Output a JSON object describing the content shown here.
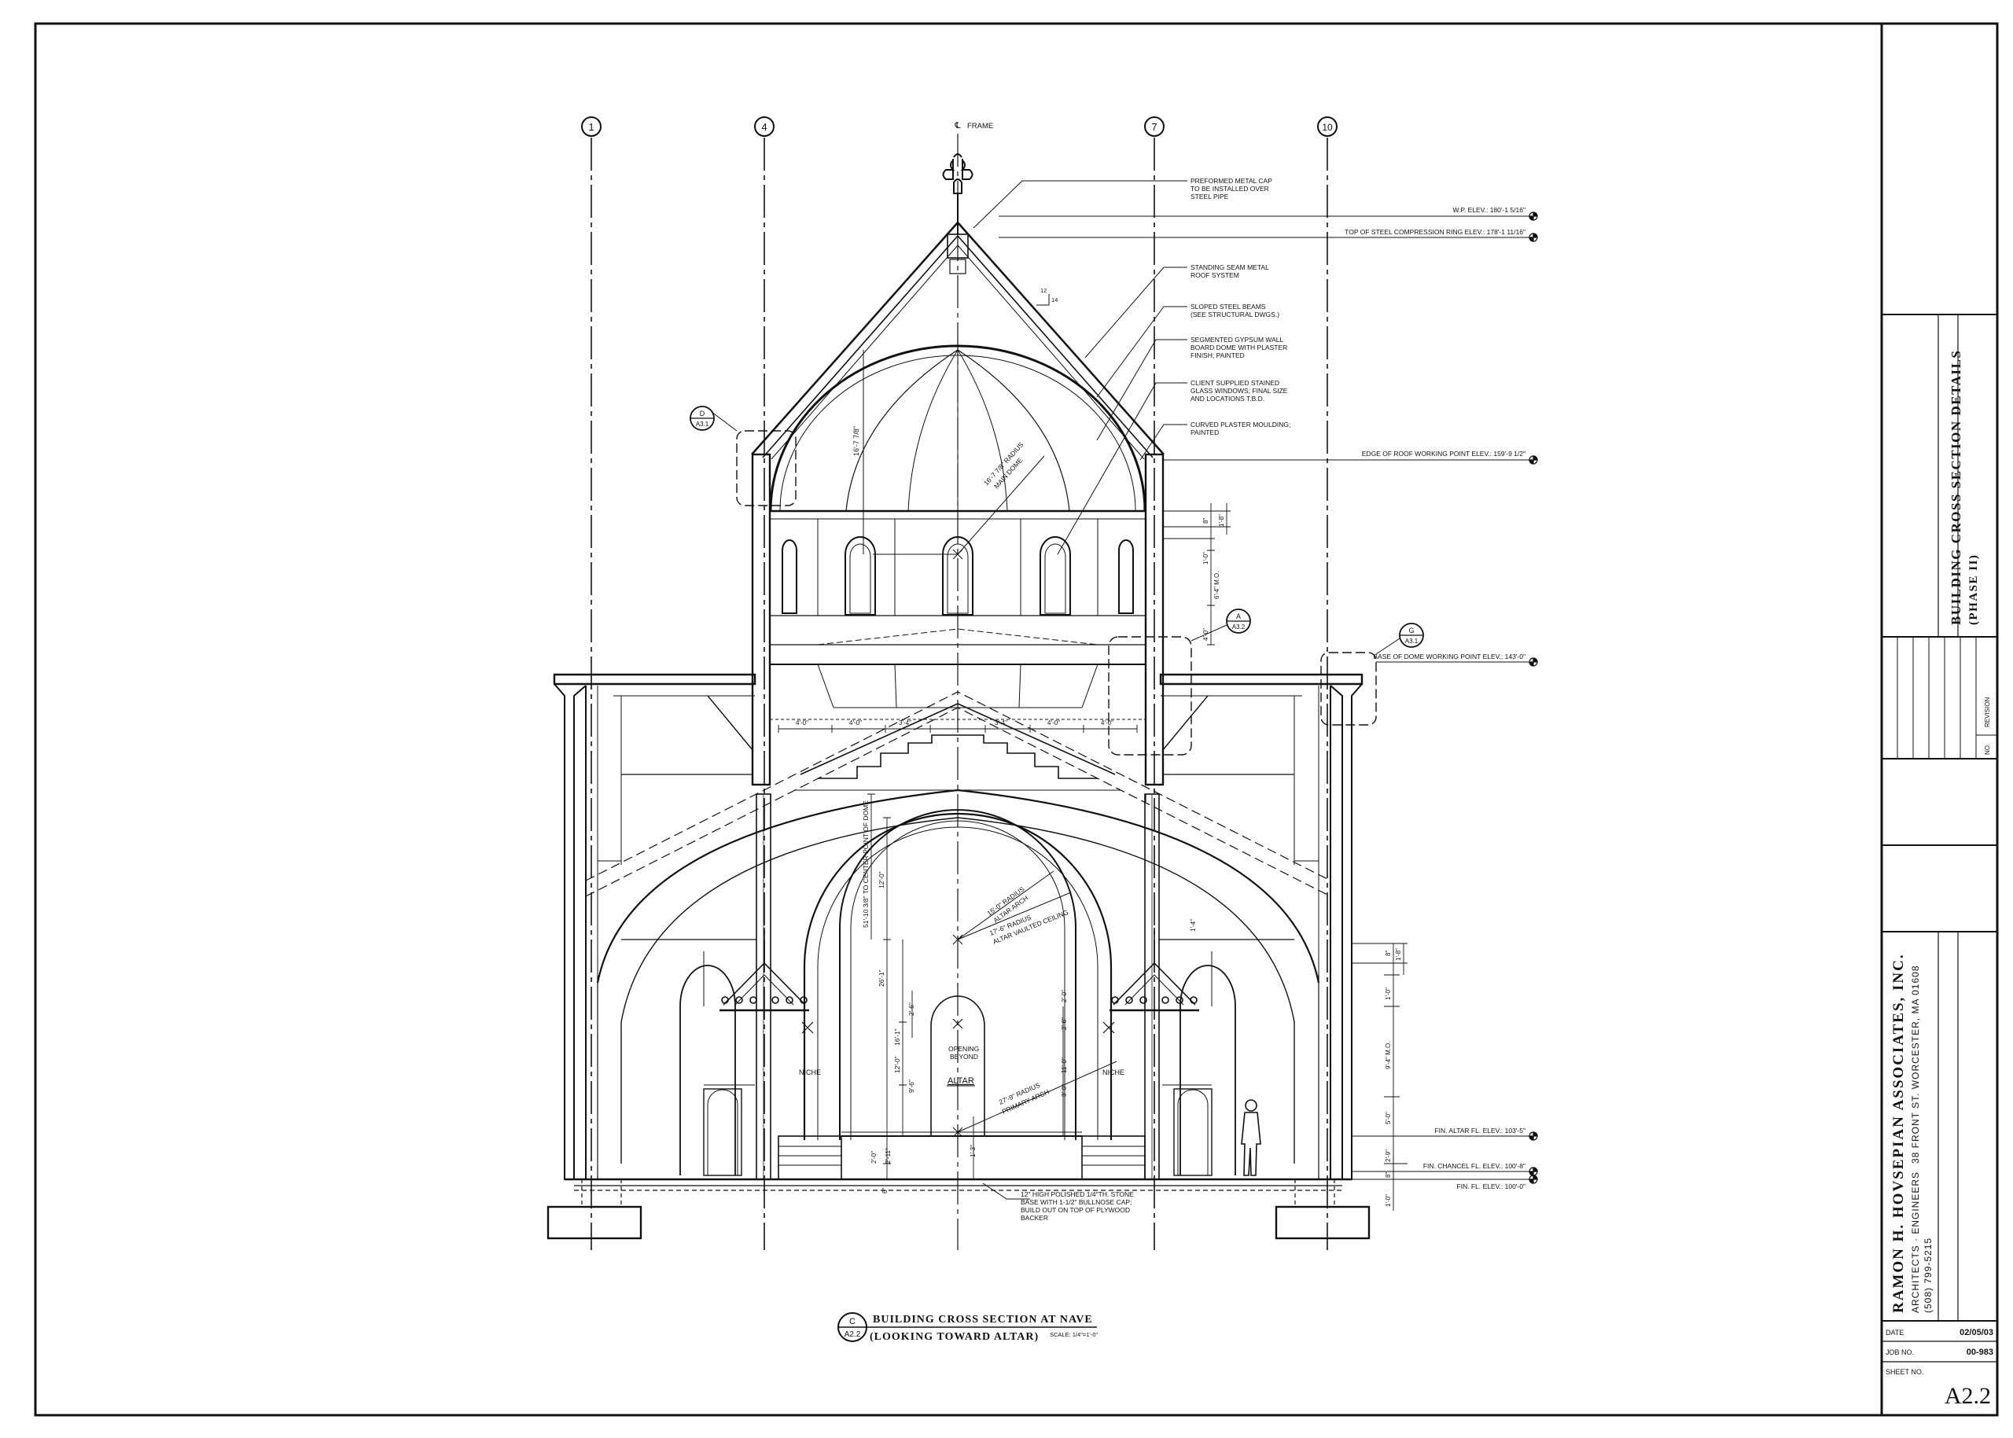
{
  "grid": {
    "bubbles": [
      "1",
      "4",
      "7",
      "10"
    ],
    "centerline": "FRAME"
  },
  "callouts": {
    "metal_cap": [
      "PREFORMED METAL CAP",
      "TO BE INSTALLED OVER",
      "STEEL PIPE"
    ],
    "seam_roof": [
      "STANDING SEAM METAL",
      "ROOF SYSTEM"
    ],
    "steel_beams": [
      "SLOPED STEEL BEAMS",
      "(SEE STRUCTURAL DWGS.)"
    ],
    "gypsum_dome": [
      "SEGMENTED GYPSUM WALL",
      "BOARD DOME WITH PLASTER",
      "FINISH; PAINTED"
    ],
    "stained_glass": [
      "CLIENT SUPPLIED STAINED",
      "GLASS WINDOWS; FINAL SIZE",
      "AND LOCATIONS T.B.D."
    ],
    "plaster_moulding": [
      "CURVED PLASTER MOULDING;",
      "PAINTED"
    ],
    "stone_base": [
      "12\" HIGH POLISHED 1/4\"TH. STONE",
      "BASE WITH 1-1/2\" BULLNOSE CAP;",
      "BUILD OUT ON TOP OF PLYWOOD",
      "BACKER"
    ]
  },
  "elevations": {
    "wp": "W.P. ELEV.: 180'-1 5/16\"",
    "compression_ring": "TOP OF STEEL COMPRESSION RING ELEV.: 178'-1 11/16\"",
    "edge_roof": "EDGE OF ROOF WORKING POINT ELEV.: 159'-9 1/2\"",
    "base_dome": "BASE OF DOME WORKING POINT ELEV.: 143'-0\"",
    "altar_fl": "FIN. ALTAR FL. ELEV.: 103'-5\"",
    "chancel_fl": "FIN. CHANCEL FL. ELEV.: 100'-8\"",
    "fin_fl": "FIN. FL. ELEV.: 100'-0\""
  },
  "section_tags": {
    "d": {
      "letter": "D",
      "sheet": "A3.1"
    },
    "a": {
      "letter": "A",
      "sheet": "A3.2"
    },
    "g": {
      "letter": "G",
      "sheet": "A3.1"
    }
  },
  "labels": {
    "niche": "NICHE",
    "opening_beyond": [
      "OPENING",
      "BEYOND"
    ],
    "altar": "ALTAR",
    "slope_rise": "12",
    "slope_run": "14"
  },
  "radii": {
    "main_dome": [
      "16'-7 7/8\" RADIUS",
      "MAIN DOME"
    ],
    "altar_arch": [
      "15'-0\" RADIUS",
      "ALTAR ARCH"
    ],
    "altar_vault": [
      "17'-6\" RADIUS",
      "ALTAR VAULTED CEILING"
    ],
    "primary_arch": [
      "27'-9\" RADIUS",
      "PRIMARY ARCH"
    ]
  },
  "dims": {
    "dome_height": "16'-7 7/8\"",
    "to_center": "51'-10 3/8\" TO CENTER POINT OF DOME",
    "h12": "12'-0\"",
    "h26": "26'-1\"",
    "h16": "16'-1\"",
    "h12b": "12'-0\"",
    "h9": "9'-6\"",
    "h2a": "2'-6\"",
    "h2b": "2'-0\"",
    "h2c": "2'-6\"",
    "h2d": "2'-11\"",
    "h13": "1'-3\"",
    "h6": "6\"",
    "w1": "4'-0\"",
    "w2": "4'-0\"",
    "w3": "3'-4\"",
    "w4": "3'-4\"",
    "w5": "4'-0\"",
    "w6": "4'-0\"",
    "r1": "8\"",
    "r2": "1'-8\"",
    "r3": "1'-0\"",
    "r4": "6'-4\" M.O.",
    "r5": "4'-0\"",
    "l1": "8\"",
    "l2": "1'-8\"",
    "l3": "1'-0\"",
    "l4": "9'-4\" M.O.",
    "l5": "5'-0\"",
    "f1": "2'-9\"",
    "f2": "8\"",
    "f3": "1'-0\"",
    "c1": "1'-4\"",
    "c2": "11'-0\"",
    "c3": "9'-0\"",
    "c4": "2'-0\""
  },
  "drawing_title": {
    "letter": "C",
    "sheet": "A2.2",
    "line1": "BUILDING CROSS SECTION AT NAVE",
    "line2": "(LOOKING TOWARD ALTAR)",
    "scale": "SCALE: 1/4\"=1'-0\""
  },
  "title_block": {
    "sheet_title": "BUILDING CROSS SECTION DETAILS",
    "phase": "(PHASE II)",
    "rev_no": "NO.",
    "revision": "REVISION",
    "firm": "RAMON H. HOVSEPIAN ASSOCIATES, INC.",
    "architects": "ARCHITECTS · ENGINEERS",
    "address": "38 FRONT ST. WORCESTER, MA 01608",
    "phone": "(508) 799-5215",
    "date_label": "DATE",
    "date": "02/05/03",
    "job_label": "JOB NO.",
    "job": "00-983",
    "sheet_label": "SHEET NO.",
    "sheet_no": "A2.2"
  },
  "colors": {
    "ink": "#111111",
    "paper": "#ffffff"
  }
}
